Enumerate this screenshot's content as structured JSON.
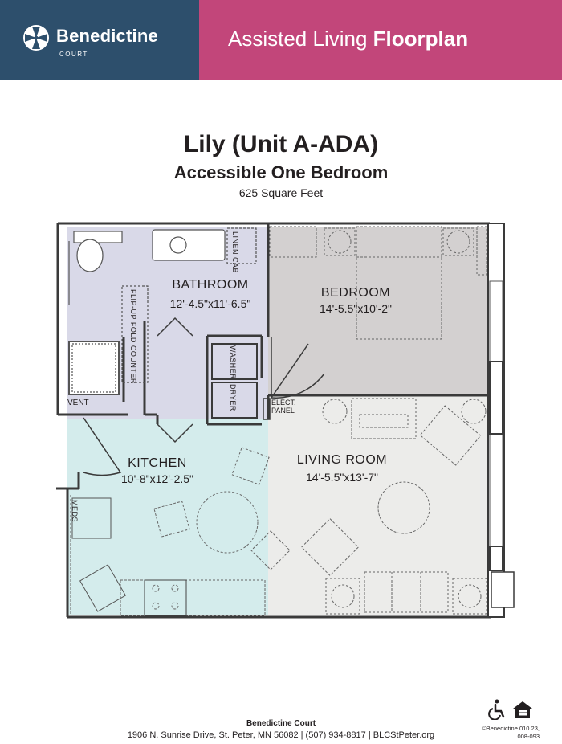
{
  "header": {
    "brand_name": "Benedictine",
    "brand_sub": "COURT",
    "title_light": "Assisted Living",
    "title_bold": "Floorplan",
    "colors": {
      "left": "#2d4f6c",
      "right": "#c2467a"
    }
  },
  "unit": {
    "title": "Lily (Unit A-ADA)",
    "subtitle": "Accessible One Bedroom",
    "area": "625 Square Feet"
  },
  "rooms": {
    "bathroom": {
      "name": "BATHROOM",
      "dims": "12'-4.5\"x11'-6.5\""
    },
    "bedroom": {
      "name": "BEDROOM",
      "dims": "14'-5.5\"x10'-2\""
    },
    "kitchen": {
      "name": "KITCHEN",
      "dims": "10'-8\"x12'-2.5\""
    },
    "living": {
      "name": "LIVING ROOM",
      "dims": "14'-5.5\"x13'-7\""
    }
  },
  "fixtures": {
    "linen_cab": "LINEN CAB",
    "flip_up_counter": "FLIP-UP FOLD COUNTER",
    "washer": "WASHER",
    "dryer": "DRYER",
    "vent": "VENT",
    "elect_panel": "ELECT. PANEL",
    "meds": "MEDS"
  },
  "footer": {
    "name": "Benedictine Court",
    "address": "1906 N. Sunrise Drive, St. Peter, MN 56082 | (507) 934-8817 | BLCStPeter.org",
    "copyright_1": "©Benedictine 010.23,",
    "copyright_2": "008-093"
  }
}
